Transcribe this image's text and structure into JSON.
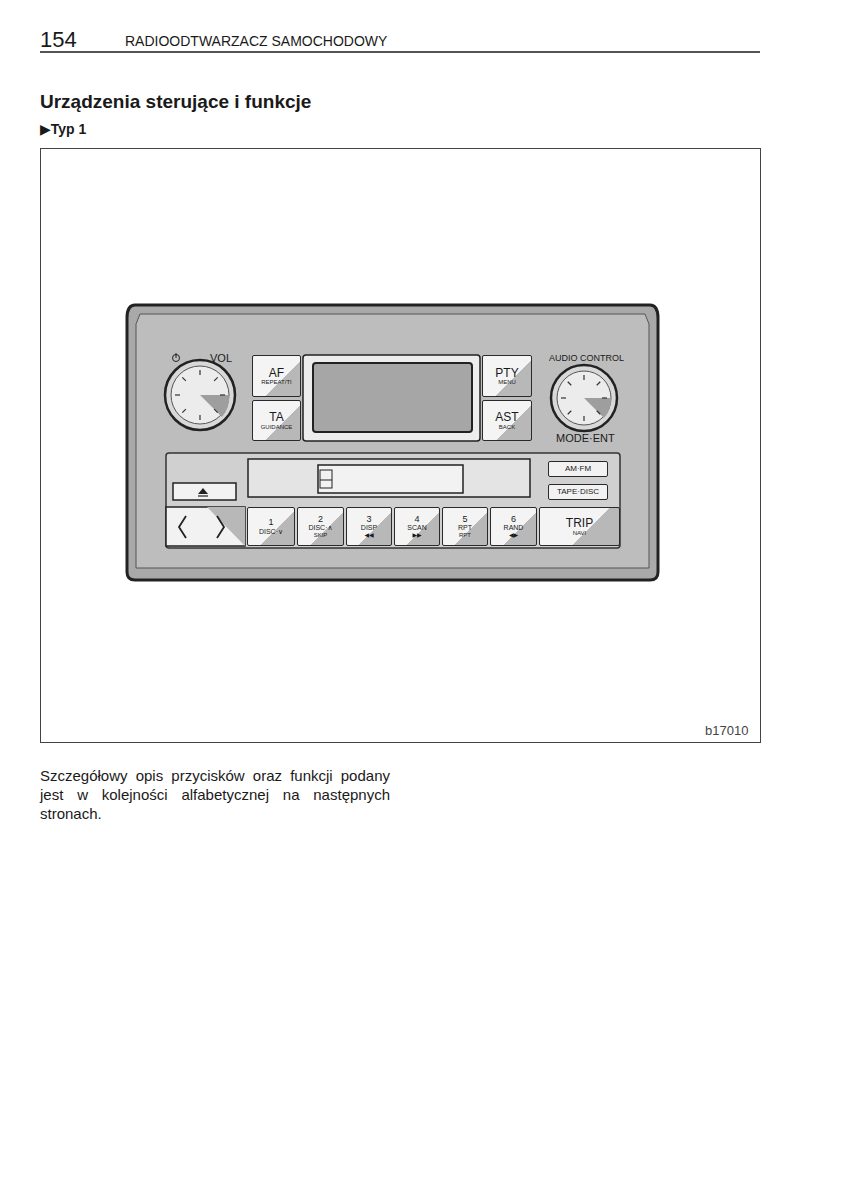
{
  "diagram": {
    "title": "Urządzenia sterujące i funkcje",
    "caption": "Szczegółowy opis przycisków oraz funkcji podany jest w kolejności alfabetycznej na następnych stronach.",
    "nodes": [
      {
        "text": [
          "AF",
          "REPEAT/TI"
        ]
      },
      {
        "text": [
          "TA",
          "GUIDANCE"
        ]
      },
      {
        "text": [
          "PTY",
          "MENU"
        ]
      },
      {
        "text": [
          "AST",
          "BACK"
        ]
      },
      {
        "text": [
          "AM·FM"
        ]
      },
      {
        "text": [
          "TAPE·DISC"
        ]
      },
      {
        "text": [
          "1",
          "DISC·∨"
        ]
      },
      {
        "text": [
          "2",
          "DISC·∧",
          "SKIP"
        ]
      },
      {
        "text": [
          "3",
          "DISP",
          "◀◀"
        ]
      },
      {
        "text": [
          "4",
          "SCAN",
          "▶▶"
        ]
      },
      {
        "text": [
          "5",
          "RPT",
          "RPT"
        ]
      },
      {
        "text": [
          "6",
          "RAND",
          "◀▶"
        ]
      },
      {
        "text": [
          "TRIP",
          "NAVI"
        ]
      }
    ],
    "labels": [
      "154",
      "RADIOODTWARZACZ SAMOCHODOWY",
      "▶Typ 1",
      "VOL",
      "AUDIO CONTROL",
      "MODE·ENT",
      "b17010"
    ]
  }
}
